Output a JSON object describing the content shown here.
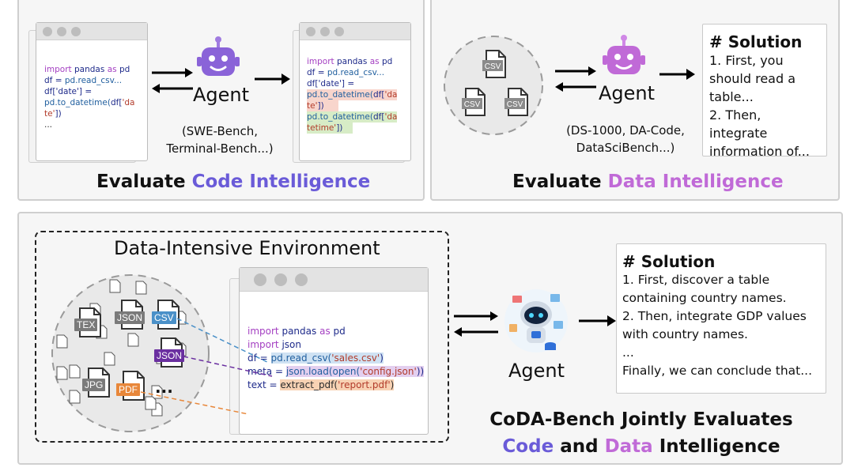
{
  "top_left": {
    "title_prefix": "Evaluate",
    "title_highlight": "Code Intelligence",
    "agent_label": "Agent",
    "benchmarks_line1": "(SWE-Bench,",
    "benchmarks_line2": "Terminal-Bench...)",
    "code_before": [
      "import pandas as pd",
      "df = pd.read_csv...",
      "df['date'] =",
      "pd.to_datetime(df['da",
      "te'])",
      "..."
    ],
    "code_after": [
      "import pandas as pd",
      "df = pd.read_csv...",
      "df['date'] =",
      "pd.to_datetime(df['da",
      "te'])",
      "pd.to_datetime(df['da",
      "tetime'])"
    ]
  },
  "top_right": {
    "title_prefix": "Evaluate",
    "title_highlight": "Data Intelligence",
    "agent_label": "Agent",
    "benchmarks_line1": "(DS-1000, DA-Code,",
    "benchmarks_line2": "DataSciBench...)",
    "file_labels": [
      "CSV",
      "CSV",
      "CSV"
    ],
    "solution": {
      "heading": "# Solution",
      "lines": [
        "1. First, you",
        "should read a",
        "table...",
        "2. Then, integrate",
        "information of..."
      ]
    }
  },
  "bottom": {
    "env_title": "Data-Intensive Environment",
    "file_tags": [
      "TEX",
      "JSON",
      "CSV",
      "JSON",
      "JPG",
      "PDF"
    ],
    "ellipsis": "...",
    "code": [
      "import pandas as pd",
      "import json",
      "df = pd.read_csv('sales.csv')",
      "meta = json.load(open('config.json'))",
      "text = extract_pdf('report.pdf')"
    ],
    "agent_label": "Agent",
    "solution": {
      "heading": "# Solution",
      "lines": [
        "1. First, discover a table",
        "containing country names.",
        "2. Then, integrate GDP values",
        "with country names.",
        "...",
        "Finally,  we can conclude that..."
      ]
    },
    "caption_line1": "CoDA-Bench Jointly Evaluates",
    "caption_code": "Code",
    "caption_and": "and",
    "caption_data": "Data",
    "caption_intel": "Intelligence"
  },
  "colors": {
    "code_accent": "#6a5bd8",
    "data_accent": "#c06ad7",
    "csv_tag": "#4a90c8",
    "json_tag": "#6a2fa0",
    "pdf_tag": "#e8873a",
    "file_tag_gray": "#7a7a7a"
  }
}
